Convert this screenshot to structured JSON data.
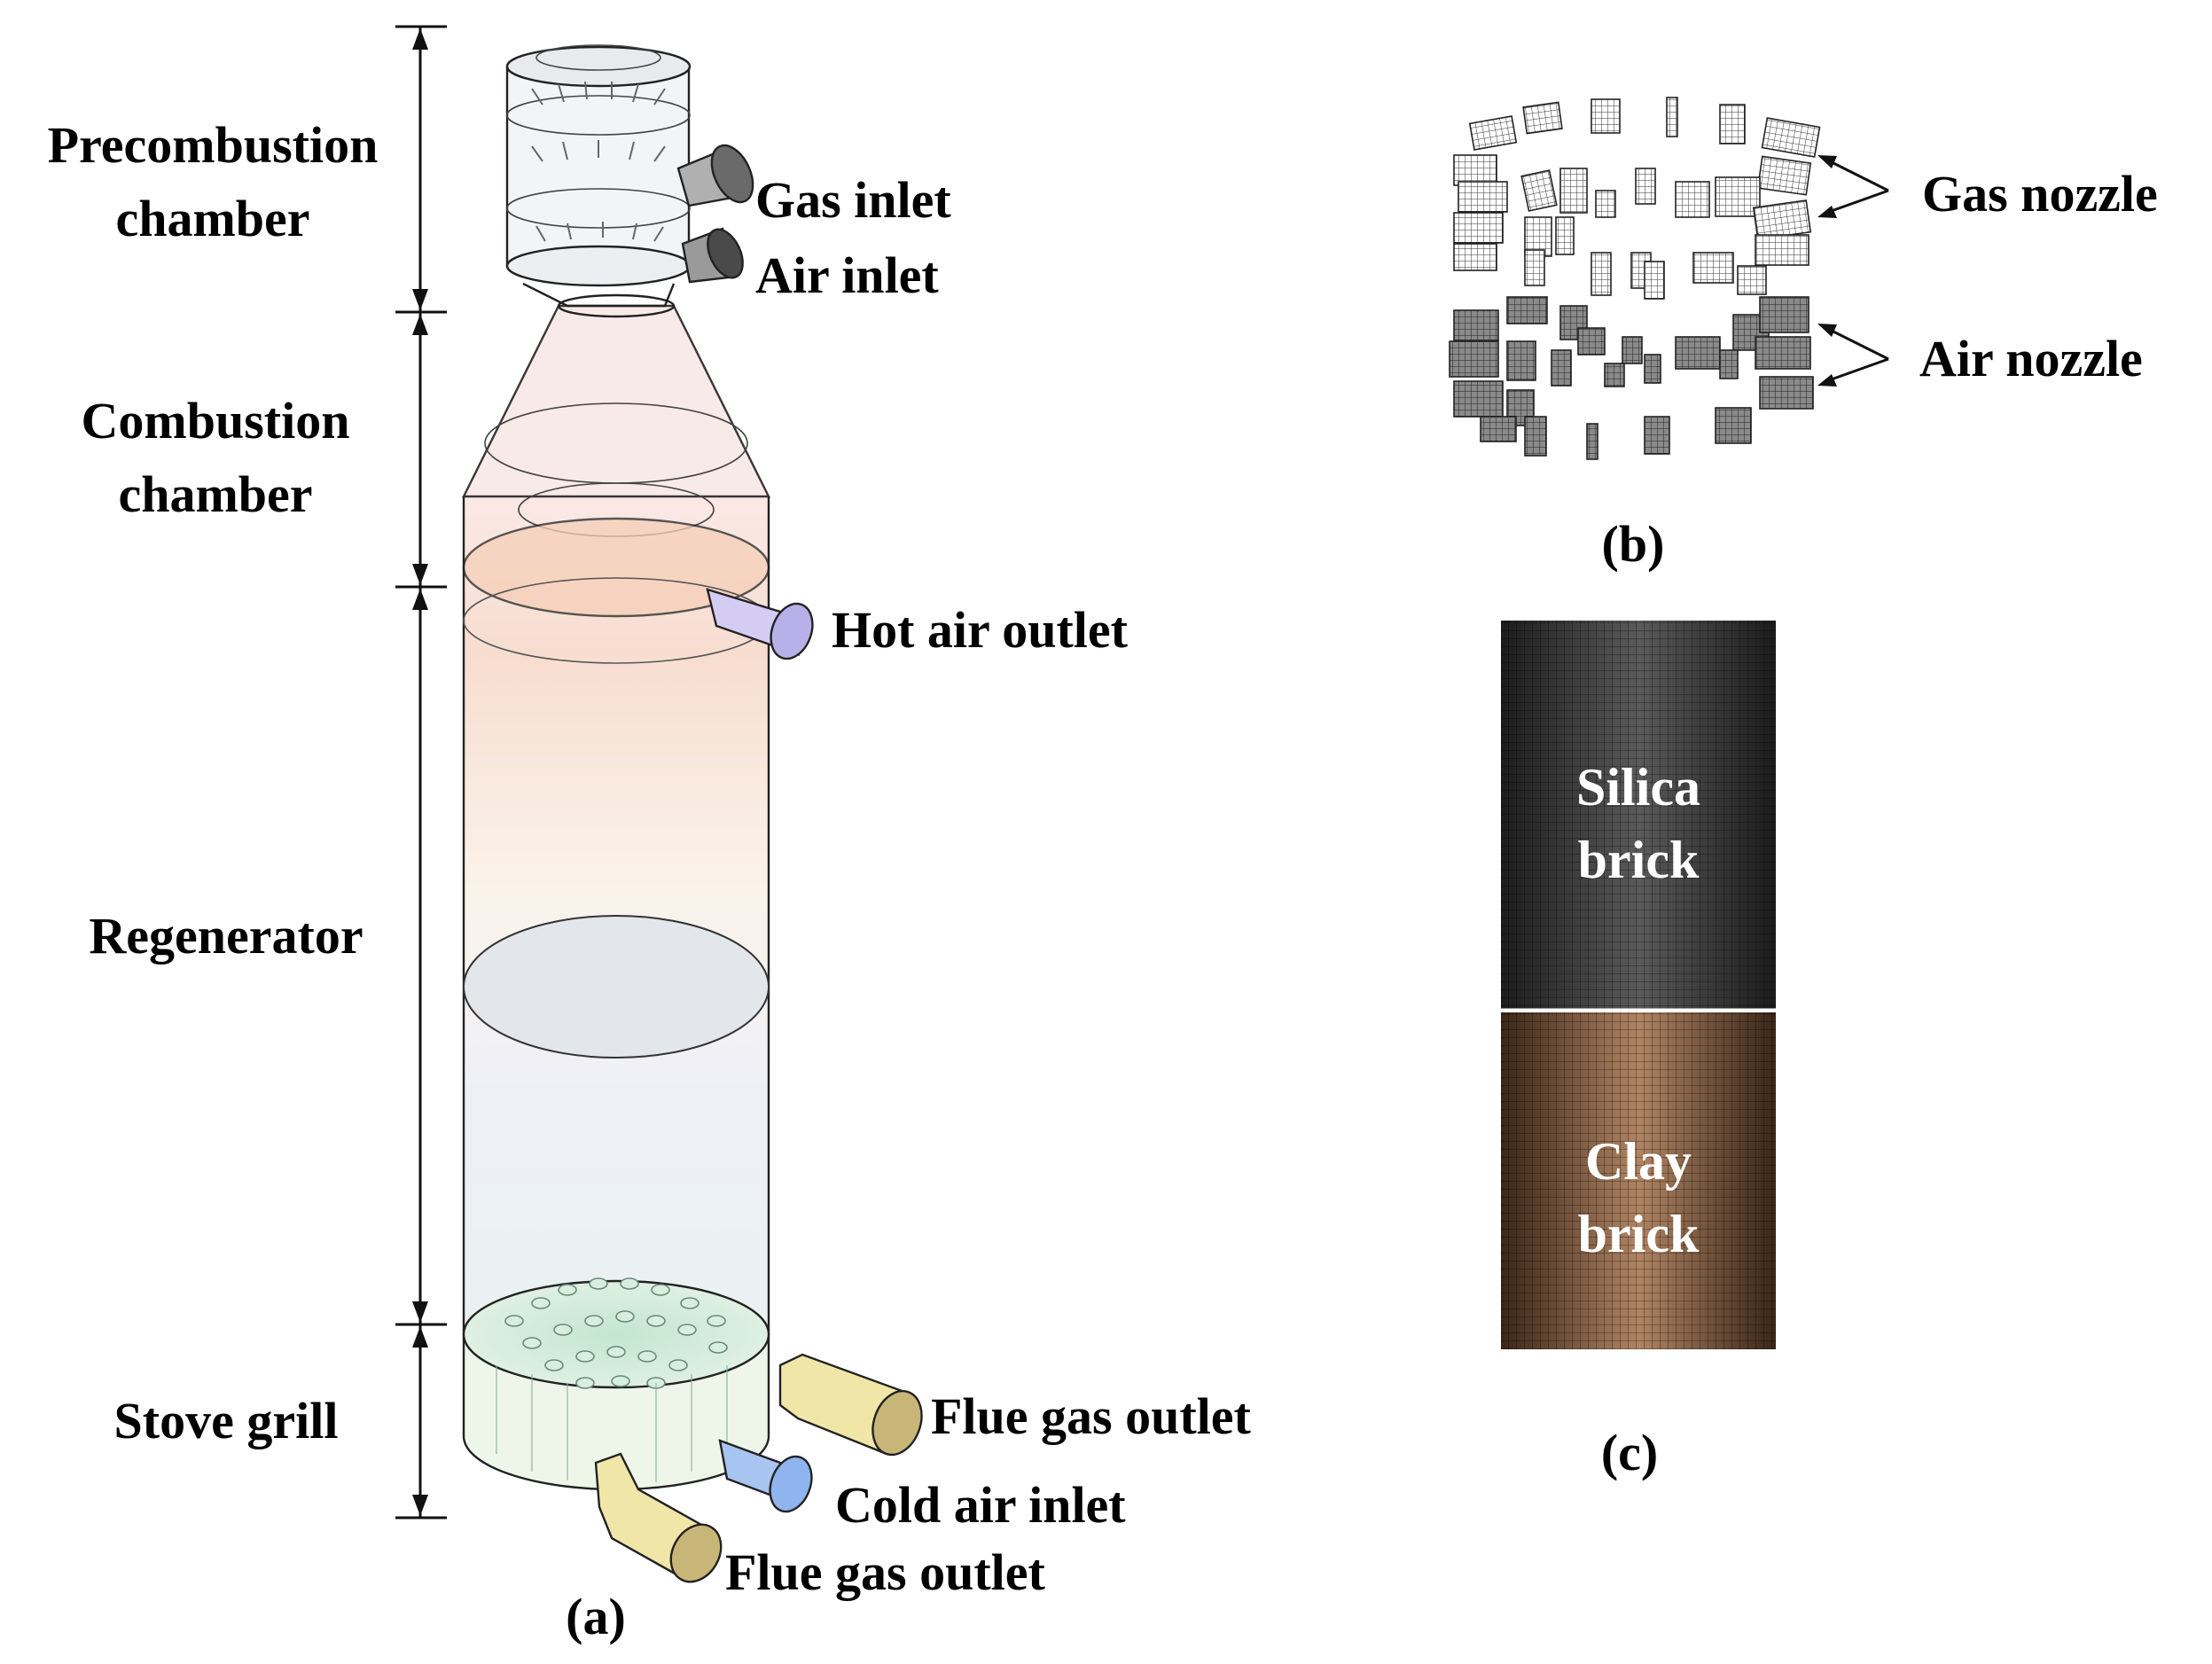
{
  "panel_a": {
    "sections": {
      "precombustion_line1": "Precombustion",
      "precombustion_line2": "chamber",
      "combustion_line1": "Combustion",
      "combustion_line2": "chamber",
      "regenerator": "Regenerator",
      "stove_grill": "Stove grill"
    },
    "ports": {
      "gas_inlet": "Gas inlet",
      "air_inlet": "Air inlet",
      "hot_air_outlet": "Hot air outlet",
      "flue_gas_outlet_right": "Flue gas outlet",
      "cold_air_inlet": "Cold air inlet",
      "flue_gas_outlet_bottom": "Flue gas outlet"
    },
    "caption": "(a)"
  },
  "panel_b": {
    "gas_nozzle": "Gas nozzle",
    "air_nozzle": "Air nozzle",
    "caption": "(b)"
  },
  "panel_c": {
    "upper_line1": "Silica",
    "upper_line2": "brick",
    "lower_line1": "Clay",
    "lower_line2": "brick",
    "caption": "(c)"
  },
  "colors": {
    "hot_air_pipe": "#b8b0e8",
    "cold_air_pipe": "#8fb4ee",
    "flue_pipe": "#f0e6a8",
    "silica_brick": "#3a3a3a",
    "clay_brick": "#8a6448"
  }
}
